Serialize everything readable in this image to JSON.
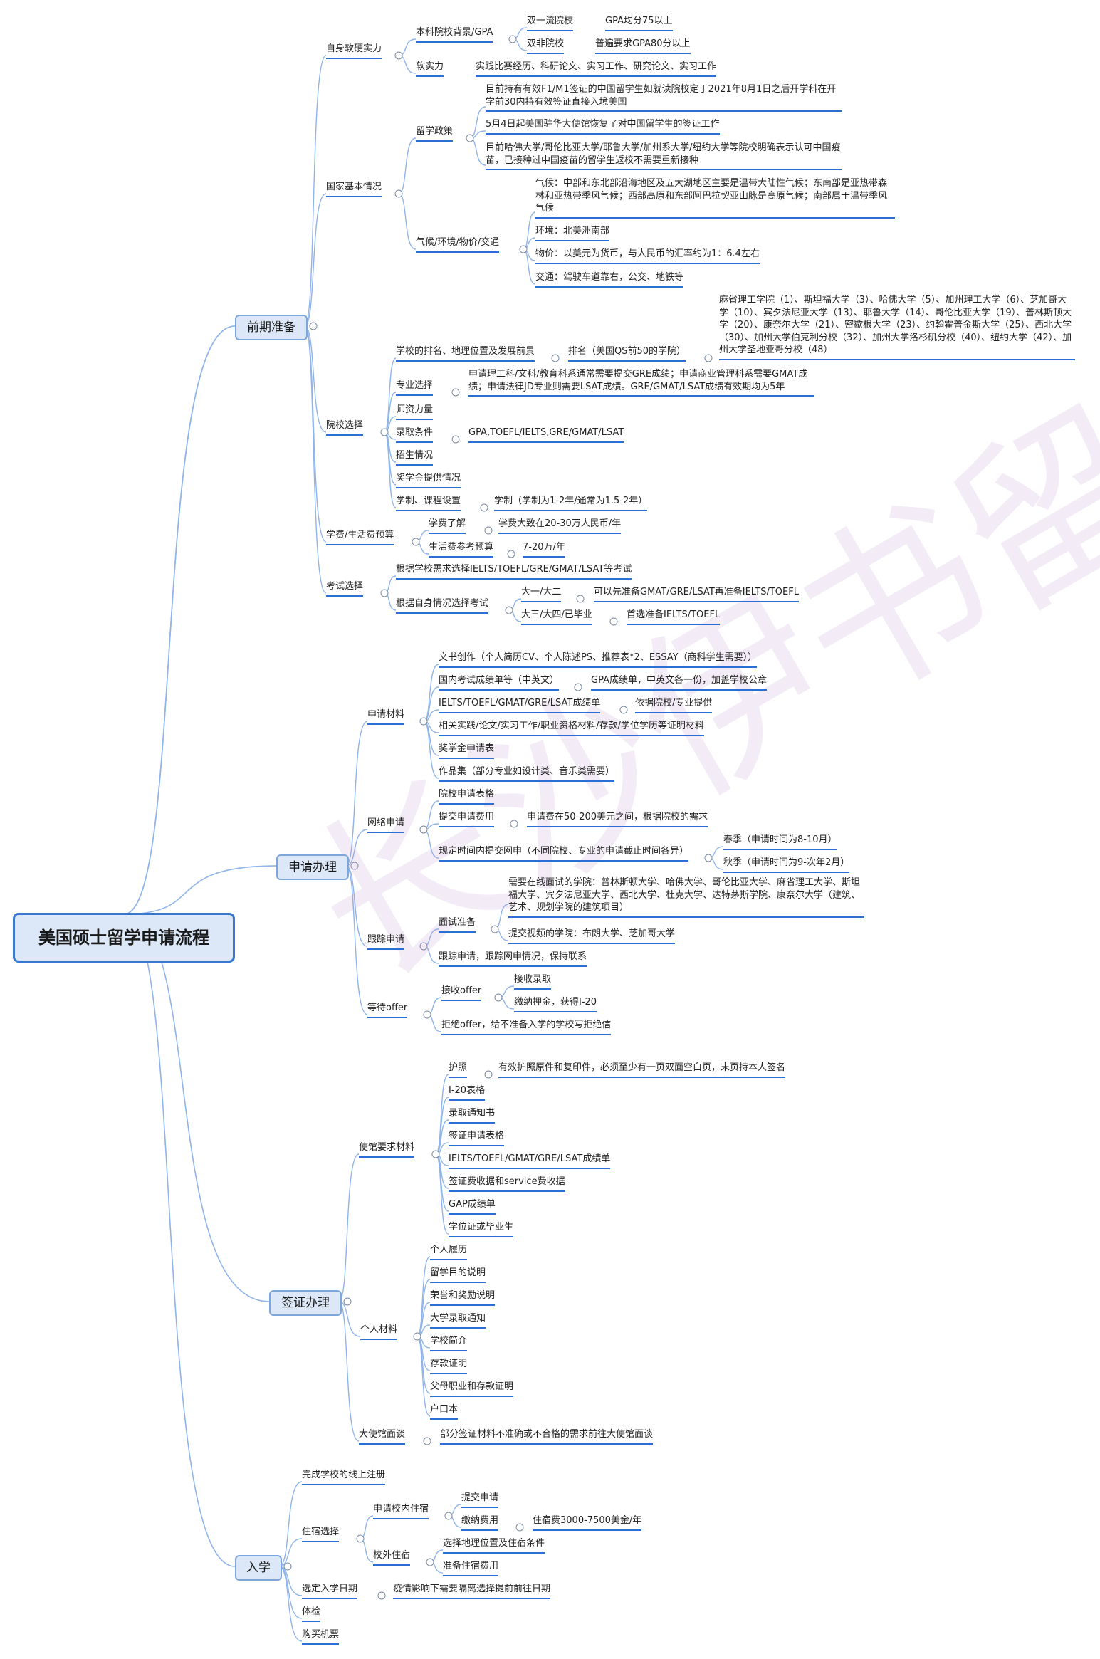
{
  "root": "美国硕士留学申请流程",
  "watermark": "长沙伊书留学",
  "colors": {
    "line": "#3b7be0",
    "line_soft": "#8fb4ea",
    "accent": "#2b6fd6",
    "box": "#dce8f7"
  },
  "b1": {
    "label": "前期准备",
    "n1": {
      "label": "自身软硬实力",
      "a": {
        "label": "本科院校背景/GPA",
        "a1": {
          "label": "双一流院校",
          "d": "GPA均分75以上"
        },
        "a2": {
          "label": "双非院校",
          "d": "普遍要求GPA80分以上"
        }
      },
      "b": {
        "label": "软实力",
        "d": "实践比赛经历、科研论文、实习工作、研究论文、实习工作"
      }
    },
    "n2": {
      "label": "国家基本情况",
      "a": {
        "label": "留学政策",
        "p1": "目前持有有效F1/M1签证的中国留学生如就读院校定于2021年8月1日之后开学科在开学前30内持有效签证直接入境美国",
        "p2": "5月4日起美国驻华大使馆恢复了对中国留学生的签证工作",
        "p3": "目前哈佛大学/哥伦比亚大学/耶鲁大学/加州系大学/纽约大学等院校明确表示认可中国疫苗，已接种过中国疫苗的留学生返校不需要重新接种"
      },
      "b": {
        "label": "气候/环境/物价/交通",
        "c1": "气候：中部和东北部沿海地区及五大湖地区主要是温带大陆性气候；东南部是亚热带森林和亚热带季风气候；西部高原和东部阿巴拉契亚山脉是高原气候；南部属于温带季风气候",
        "c2": "环境：北美洲南部",
        "c3": "物价：以美元为货币，与人民币的汇率约为1：6.4左右",
        "c4": "交通：驾驶车道靠右，公交、地铁等"
      }
    },
    "n3": {
      "label": "院校选择",
      "a": {
        "label": "学校的排名、地理位置及发展前景",
        "r": "排名（美国QS前50的学院）",
        "list": "麻省理工学院（1）、斯坦福大学（3）、哈佛大学（5）、加州理工大学（6）、芝加哥大学（10）、宾夕法尼亚大学（13）、耶鲁大学（14）、哥伦比亚大学（19）、普林斯顿大学（20）、康奈尔大学（21）、密歇根大学（23）、约翰霍普金斯大学（25）、西北大学（30）、加州大学伯克利分校（32）、加州大学洛杉矶分校（40）、纽约大学（42）、加州大学圣地亚哥分校（48）"
      },
      "b": {
        "label": "专业选择",
        "d": "申请理工科/文科/教育科系通常需要提交GRE成绩；申请商业管理科系需要GMAT成绩；申请法律JD专业则需要LSAT成绩。GRE/GMAT/LSAT成绩有效期均为5年"
      },
      "c": {
        "label": "师资力量"
      },
      "e": {
        "label": "录取条件",
        "d": "GPA,TOEFL/IELTS,GRE/GMAT/LSAT"
      },
      "f": {
        "label": "招生情况"
      },
      "g": {
        "label": "奖学金提供情况"
      },
      "h": {
        "label": "学制、课程设置",
        "d": "学制（学制为1-2年/通常为1.5-2年）"
      }
    },
    "n4": {
      "label": "学费/生活费预算",
      "a": {
        "label": "学费了解",
        "d": "学费大致在20-30万人民币/年"
      },
      "b": {
        "label": "生活费参考预算",
        "d": "7-20万/年"
      }
    },
    "n5": {
      "label": "考试选择",
      "a": "根据学校需求选择IELTS/TOEFL/GRE/GMAT/LSAT等考试",
      "b": {
        "label": "根据自身情况选择考试",
        "b1": {
          "label": "大一/大二",
          "d": "可以先准备GMAT/GRE/LSAT再准备IELTS/TOEFL"
        },
        "b2": {
          "label": "大三/大四/已毕业",
          "d": "首选准备IELTS/TOEFL"
        }
      }
    }
  },
  "b2": {
    "label": "申请办理",
    "n1": {
      "label": "申请材料",
      "a": "文书创作（个人简历CV、个人陈述PS、推荐表*2、ESSAY（商科学生需要））",
      "b": {
        "label": "国内考试成绩单等（中英文）",
        "d": "GPA成绩单，中英文各一份，加盖学校公章"
      },
      "c": {
        "label": "IELTS/TOEFL/GMAT/GRE/LSAT成绩单",
        "d": "依据院校/专业提供"
      },
      "e": "相关实践/论文/实习工作/职业资格材料/存款/学位学历等证明材料",
      "f": "奖学金申请表",
      "g": "作品集（部分专业如设计类、音乐类需要）"
    },
    "n2": {
      "label": "网络申请",
      "a": "院校申请表格",
      "b": {
        "label": "提交申请费用",
        "d": "申请费在50-200美元之间，根据院校的需求"
      },
      "c": {
        "label": "规定时间内提交网申（不同院校、专业的申请截止时间各异）",
        "c1": "春季（申请时间为8-10月）",
        "c2": "秋季（申请时间为9-次年2月）"
      }
    },
    "n3": {
      "label": "跟踪申请",
      "a": {
        "label": "面试准备",
        "a1": "需要在线面试的学院：普林斯顿大学、哈佛大学、哥伦比亚大学、麻省理工大学、斯坦福大学、宾夕法尼亚大学、西北大学、杜克大学、达特茅斯学院、康奈尔大学（建筑、艺术、规划学院的建筑项目）",
        "a2": "提交视频的学院：布朗大学、芝加哥大学"
      },
      "b": "跟踪申请，跟踪网申情况，保持联系"
    },
    "n4": {
      "label": "等待offer",
      "a": {
        "label": "接收offer",
        "a1": "接收录取",
        "a2": "缴纳押金，获得I-20"
      },
      "b": "拒绝offer，给不准备入学的学校写拒绝信"
    }
  },
  "b3": {
    "label": "签证办理",
    "n1": {
      "label": "使馆要求材料",
      "a": {
        "label": "护照",
        "d": "有效护照原件和复印件，必须至少有一页双面空白页，末页持本人签名"
      },
      "items": [
        "I-20表格",
        "录取通知书",
        "签证申请表格",
        "IELTS/TOEFL/GMAT/GRE/LSAT成绩单",
        "签证费收据和service费收据",
        "GAP成绩单",
        "学位证或毕业生"
      ]
    },
    "n2": {
      "label": "个人材料",
      "items": [
        "个人履历",
        "留学目的说明",
        "荣誉和奖励说明",
        "大学录取通知",
        "学校简介",
        "存款证明",
        "父母职业和存款证明",
        "户口本"
      ]
    },
    "n3": {
      "label": "大使馆面谈",
      "d": "部分签证材料不准确或不合格的需求前往大使馆面谈"
    }
  },
  "b4": {
    "label": "入学",
    "n1": "完成学校的线上注册",
    "n2": {
      "label": "住宿选择",
      "a": {
        "label": "申请校内住宿",
        "a1": "提交申请",
        "a2": {
          "label": "缴纳费用",
          "d": "住宿费3000-7500美金/年"
        }
      },
      "b": {
        "label": "校外住宿",
        "b1": "选择地理位置及住宿条件",
        "b2": "准备住宿费用"
      }
    },
    "n3": {
      "label": "选定入学日期",
      "d": "疫情影响下需要隔离选择提前前往日期"
    },
    "n4": "体检",
    "n5": "购买机票"
  }
}
